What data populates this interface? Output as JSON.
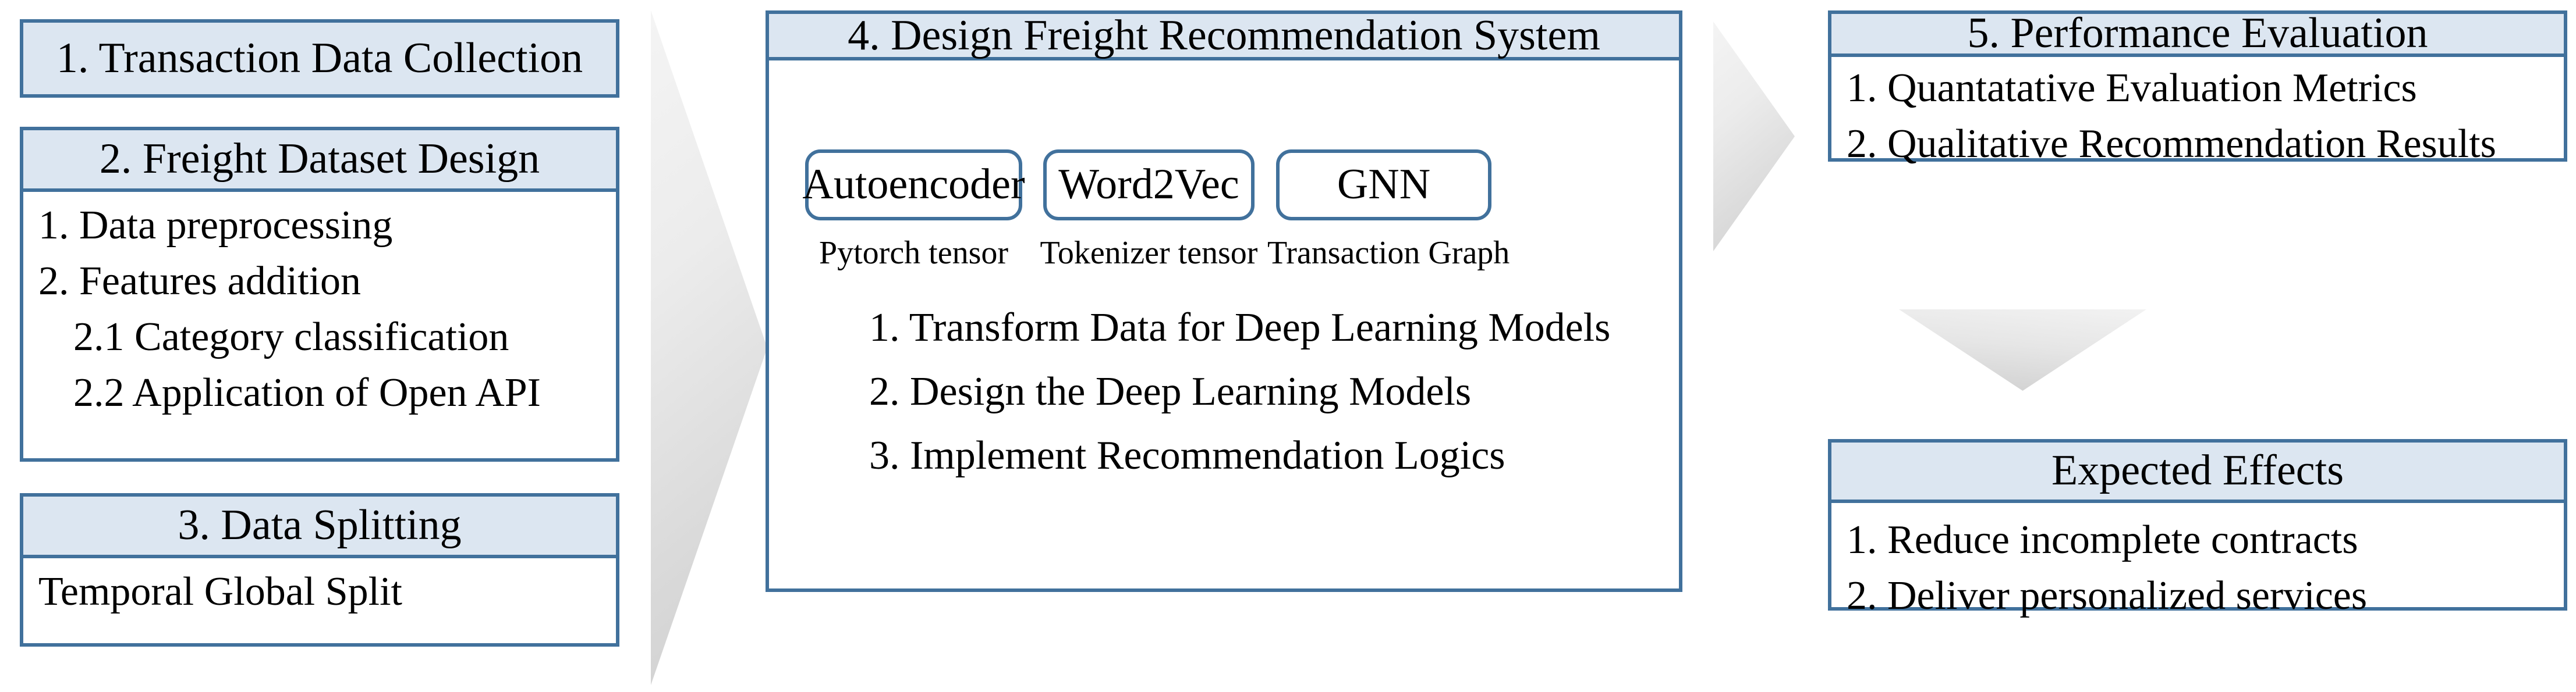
{
  "left_column": {
    "step1": {
      "title": "1. Transaction Data Collection"
    },
    "step2": {
      "title": "2. Freight Dataset Design",
      "items": [
        "1. Data preprocessing",
        "2. Features addition",
        "2.1 Category classification",
        "2.2 Application of Open API"
      ]
    },
    "step3": {
      "title": "3. Data Splitting",
      "items": [
        "Temporal Global Split"
      ]
    }
  },
  "center_panel": {
    "title": "4. Design Freight Recommendation System",
    "models": [
      {
        "name": "Autoencoder",
        "caption": "Pytorch tensor"
      },
      {
        "name": "Word2Vec",
        "caption": "Tokenizer tensor"
      },
      {
        "name": "GNN",
        "caption": "Transaction Graph"
      }
    ],
    "tasks": [
      "1. Transform Data for Deep Learning Models",
      "2. Design the Deep Learning Models",
      "3. Implement Recommendation  Logics"
    ]
  },
  "right_column": {
    "step5": {
      "title": "5. Performance Evaluation",
      "items": [
        "1. Quantatative Evaluation Metrics",
        "2. Qualitative Recommendation Results"
      ]
    },
    "effects": {
      "title": "Expected Effects",
      "items": [
        "1. Reduce incomplete contracts",
        "2. Deliver personalized services"
      ]
    }
  },
  "connectors": {
    "arrow1": "arrow-right-icon",
    "arrow2": "arrow-right-icon",
    "arrow3": "arrow-down-icon"
  },
  "colors": {
    "border": "#41719c",
    "header_fill": "#dce6f1",
    "body_fill": "#ffffff",
    "arrow_fill": "#e6e6e6"
  }
}
